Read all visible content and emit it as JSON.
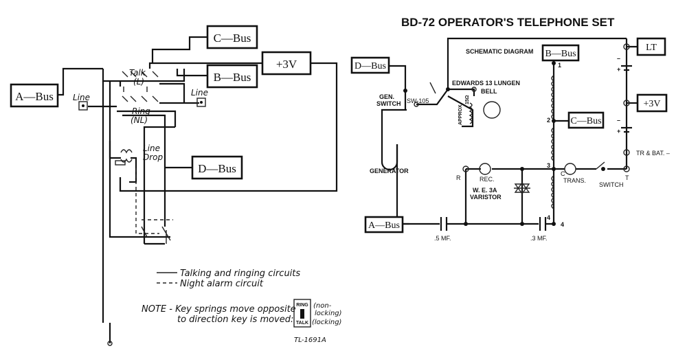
{
  "left": {
    "buses": {
      "a_bus": "A—Bus",
      "b_bus": "B—Bus",
      "c_bus": "C—Bus",
      "d_bus": "D—Bus",
      "plus_3v": "+3V"
    },
    "labels": {
      "talk": "Talk",
      "talk_sub": "(L)",
      "ring": "Ring",
      "ring_sub": "(NL)",
      "line_left": "Line",
      "line_right": "Line",
      "line_drop_1": "Line",
      "line_drop_2": "Drop"
    },
    "legend": {
      "solid": "Talking and ringing circuits",
      "dashed": "Night alarm circuit"
    },
    "note": {
      "line1": "NOTE - Key springs move opposite",
      "line2": "to direction key is moved:",
      "key_top": "RING",
      "key_bottom": "TALK",
      "nonlocking_1": "(non-",
      "nonlocking_2": "locking)",
      "locking": "(locking)"
    },
    "figure_id": "TL-1691A"
  },
  "right": {
    "title": "BD-72 OPERATOR'S TELEPHONE SET",
    "subtitle": "SCHEMATIC DIAGRAM",
    "buses": {
      "b_bus": "B—Bus",
      "c_bus": "C—Bus",
      "d_bus": "D—Bus",
      "a_bus": "A—Bus",
      "lt": "LT",
      "plus_3v": "+3V"
    },
    "labels": {
      "gen_switch_1": "GEN.",
      "gen_switch_2": "SWITCH",
      "sw105": "SW-105",
      "bell_1": "EDWARDS 13 LUNGEN",
      "bell_2": "BELL",
      "approx": "APPROX.",
      "ohms": "15Ω",
      "generator": "GENERATOR",
      "rec": "REC.",
      "r": "R",
      "trans": "TRANS.",
      "c": "C",
      "t": "T",
      "switch": "SWITCH",
      "varistor_1": "W. E. 3A",
      "varistor_2": "VARISTOR",
      "cap1": ".5 MF.",
      "cap2": ".3 MF.",
      "tr_bat": "TR & BAT. –",
      "n1": "1",
      "n2": "2",
      "n3": "3",
      "n4a": "4",
      "n4b": "4",
      "plus_a": "+",
      "minus_a": "–",
      "plus_b": "+",
      "minus_b": "–"
    }
  }
}
